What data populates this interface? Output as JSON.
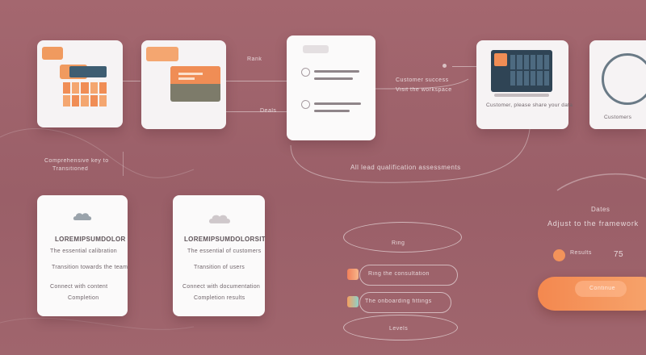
{
  "cards": {
    "card1": {
      "icon_name": "calendar-grid-icon"
    },
    "card2": {
      "icon_name": "window-preview-icon"
    },
    "card3": {
      "icon_name": "checklist-icon"
    },
    "card4": {
      "icon_name": "monitor-dashboard-icon",
      "caption": "Customer, please share your data"
    },
    "card5": {
      "icon_name": "gauge-ring-icon",
      "caption": "Customers"
    }
  },
  "labels": {
    "flow_label_1": "Rank",
    "flow_label_2": "Deals",
    "mid_label_1": "Customer success",
    "mid_label_2": "Visit the workspace",
    "left_note_1": "Comprehensive key to",
    "left_note_2": "Transitioned",
    "center_bottom": "All lead qualification assessments",
    "ring_title": "Ring",
    "ring_row_1": "Ring the consultation",
    "ring_row_2": "The onboarding fittings",
    "ring_footer": "Levels",
    "right_title": "Dates",
    "right_subtitle": "Adjust to the framework",
    "right_row_label": "Results",
    "right_row_value": "75",
    "pill_label": "Continue"
  },
  "info_cards": [
    {
      "icon_name": "cloud-icon",
      "title": "LOREMIPSUMDOLOR",
      "lines": [
        "The essential calibration",
        "Transition towards the team",
        "Connect with content",
        "Completion"
      ]
    },
    {
      "icon_name": "cloud-icon",
      "title": "LOREMIPSUMDOLORSIT",
      "lines": [
        "The essential of customers",
        "Transition of users",
        "Connect with documentation",
        "Completion results"
      ]
    }
  ],
  "colors": {
    "background": "#a4676f",
    "accent_orange": "#f4884f",
    "card": "#f6f3f4",
    "screen_blue": "#3f5f73"
  }
}
